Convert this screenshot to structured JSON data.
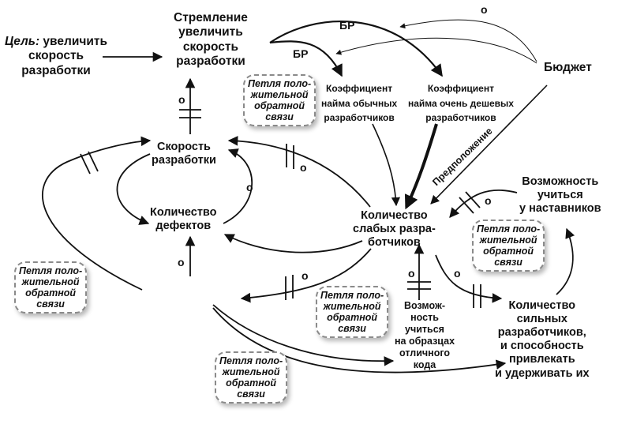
{
  "nodes": {
    "goal": {
      "prefix": "Цель:",
      "line1": " увеличить",
      "line2": "скорость",
      "line3": "разработки"
    },
    "desire": {
      "line1": "Стремление",
      "line2": "увеличить",
      "line3": "скорость",
      "line4": "разработки"
    },
    "regular_hire": {
      "line1": "Коэффициент",
      "line2": "найма обычных",
      "line3": "разработчиков"
    },
    "cheap_hire": {
      "line1": "Коэффициент",
      "line2": "найма очень дешевых",
      "line3": "разработчиков"
    },
    "budget": {
      "line1": "Бюджет"
    },
    "dev_speed": {
      "line1": "Скорость",
      "line2": "разработки"
    },
    "defects": {
      "line1": "Количество",
      "line2": "дефектов"
    },
    "weak_devs": {
      "line1": "Количество",
      "line2": "слабых разра-",
      "line3": "ботчиков"
    },
    "mentors": {
      "line1": "Возможность",
      "line2": "учиться",
      "line3": "у наставников"
    },
    "code_samples": {
      "line1": "Возмож-",
      "line2": "ность",
      "line3": "учиться",
      "line4": "на образцах",
      "line5": "отличного",
      "line6": "кода"
    },
    "strong_devs": {
      "line1": "Количество",
      "line2": "сильных",
      "line3": "разработчиков,",
      "line4": "и способность",
      "line5": "привлекать",
      "line6": "и удерживать их"
    }
  },
  "loop_label": {
    "line1": "Петля поло-",
    "line2": "жительной",
    "line3": "обратной",
    "line4": "связи"
  },
  "edge_labels": {
    "opposite": "о",
    "balancing_reaction": "БР",
    "assumption": "Предположение"
  }
}
